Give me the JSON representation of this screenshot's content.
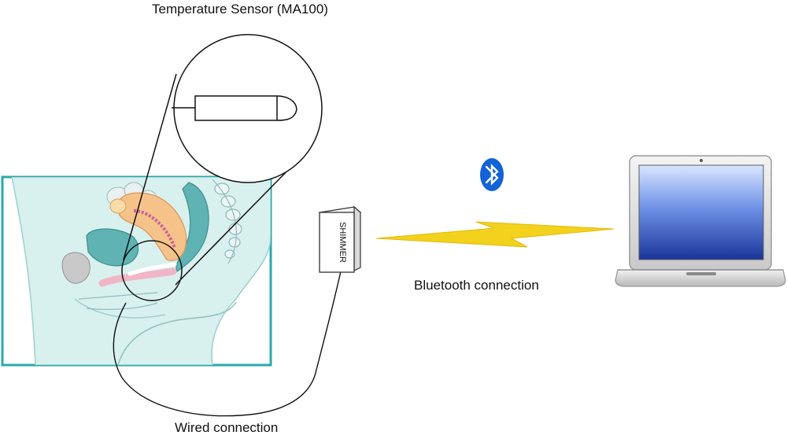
{
  "labels": {
    "temperature_sensor": "Temperature Sensor (MA100)",
    "bluetooth_connection": "Bluetooth connection",
    "wired_connection": "Wired connection"
  },
  "device": {
    "name": "SHIMMER"
  },
  "colors": {
    "anatomy_border": "#2aaaaa",
    "anatomy_fill": "#d6f0ee",
    "lightning": "#f2d21c",
    "bluetooth": "#1262d8",
    "laptop_screen_top": "#cfe0ff",
    "laptop_screen_bottom": "#1a3aa0"
  },
  "icons": {
    "bluetooth": "bluetooth-icon",
    "laptop": "laptop-icon",
    "sensor": "temperature-sensor-icon"
  }
}
